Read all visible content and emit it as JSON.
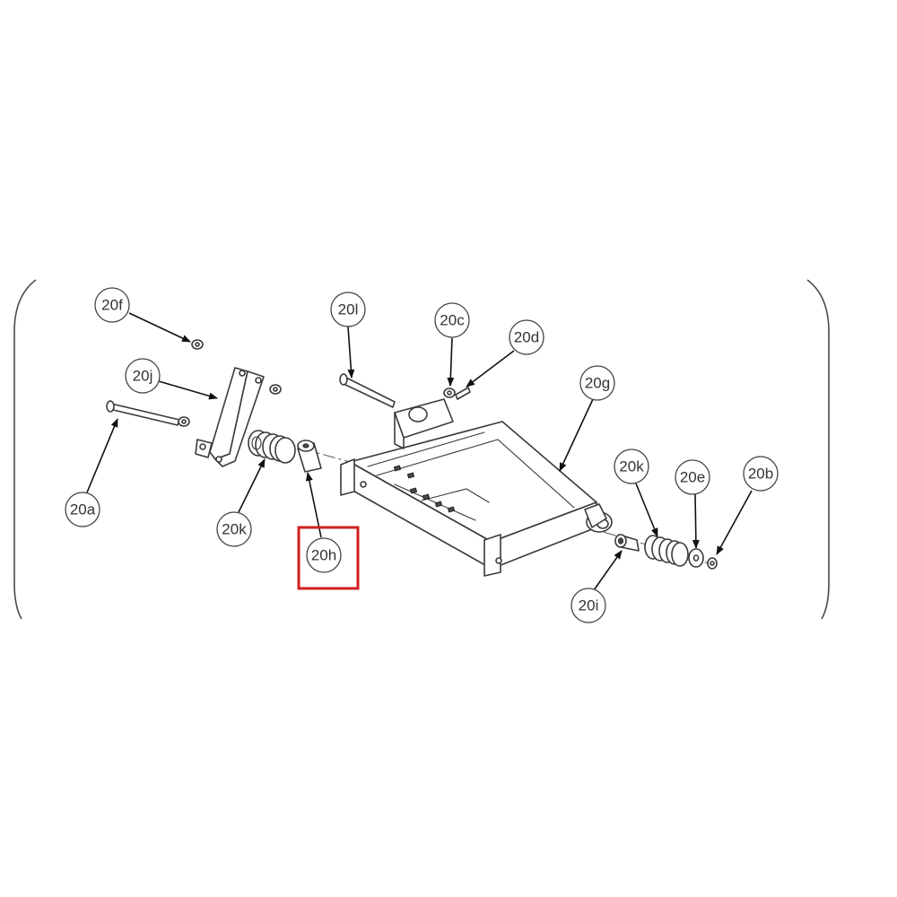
{
  "diagram": {
    "callouts": [
      {
        "id": "20f",
        "label": "20f"
      },
      {
        "id": "20j",
        "label": "20j"
      },
      {
        "id": "20a",
        "label": "20a"
      },
      {
        "id": "20k-left",
        "label": "20k"
      },
      {
        "id": "20h",
        "label": "20h"
      },
      {
        "id": "20l",
        "label": "20l"
      },
      {
        "id": "20c",
        "label": "20c"
      },
      {
        "id": "20d",
        "label": "20d"
      },
      {
        "id": "20g",
        "label": "20g"
      },
      {
        "id": "20k-right",
        "label": "20k"
      },
      {
        "id": "20e",
        "label": "20e"
      },
      {
        "id": "20b",
        "label": "20b"
      },
      {
        "id": "20i",
        "label": "20i"
      }
    ],
    "highlighted_callout": "20h",
    "colors": {
      "line": "#3a3a3a",
      "highlight": "#d21f1f",
      "background": "#ffffff"
    }
  }
}
